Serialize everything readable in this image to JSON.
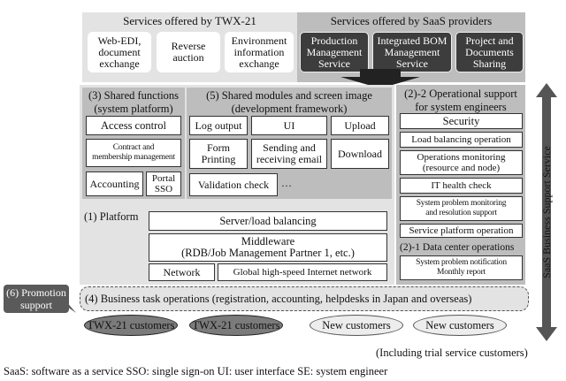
{
  "twx": {
    "title": "Services offered by TWX-21",
    "items": [
      "Web-EDI,\ndocument\nexchange",
      "Reverse\nauction",
      "Environment\ninformation\nexchange"
    ]
  },
  "saas": {
    "title": "Services offered by SaaS providers",
    "items": [
      "Production\nManagement\nService",
      "Integrated BOM\nManagement\nService",
      "Project and\nDocuments\nSharing"
    ]
  },
  "shared_functions": {
    "title": "(3) Shared functions\n(system platform)",
    "items": [
      "Access control",
      "Contract and\nmembership management",
      "Accounting",
      "Portal\nSSO"
    ]
  },
  "shared_modules": {
    "title": "(5)  Shared modules and screen image\n(development  framework)",
    "items": [
      "Log output",
      "UI",
      "Upload",
      "Form\nPrinting",
      "Sending and\nreceiving email",
      "Download",
      "Validation check",
      "···"
    ]
  },
  "operational_support": {
    "title": "(2)-2 Operational support\nfor system engineers",
    "items": [
      "Security",
      "Load balancing operation",
      "Operations monitoring\n(resource and node)",
      "IT health check",
      "System problem monitoring\nand resolution support",
      "Service platform operation"
    ],
    "dc_title": "(2)-1 Data center operations",
    "dc_items": [
      "System problem notification\nMonthly report"
    ]
  },
  "platform": {
    "title": "(1) Platform",
    "items": [
      "Server/load balancing",
      "Middleware\n(RDB/Job Management Partner 1, etc.)",
      "Network",
      "Global high-speed Internet network"
    ]
  },
  "business_ops": {
    "label": "(4) Business task operations (registration, accounting, helpdesks in Japan and overseas)"
  },
  "promotion": {
    "label": "(6) Promotion\nsupport"
  },
  "customers": [
    "TWX-21 customers",
    "TWX-21 customers",
    "New customers",
    "New customers"
  ],
  "trial_note": "(Including trial service customers)",
  "side_label": "SaaS Business Support Service",
  "footnote": "SaaS: software as a service   SSO: single sign-on   UI: user interface   SE: system engineer"
}
